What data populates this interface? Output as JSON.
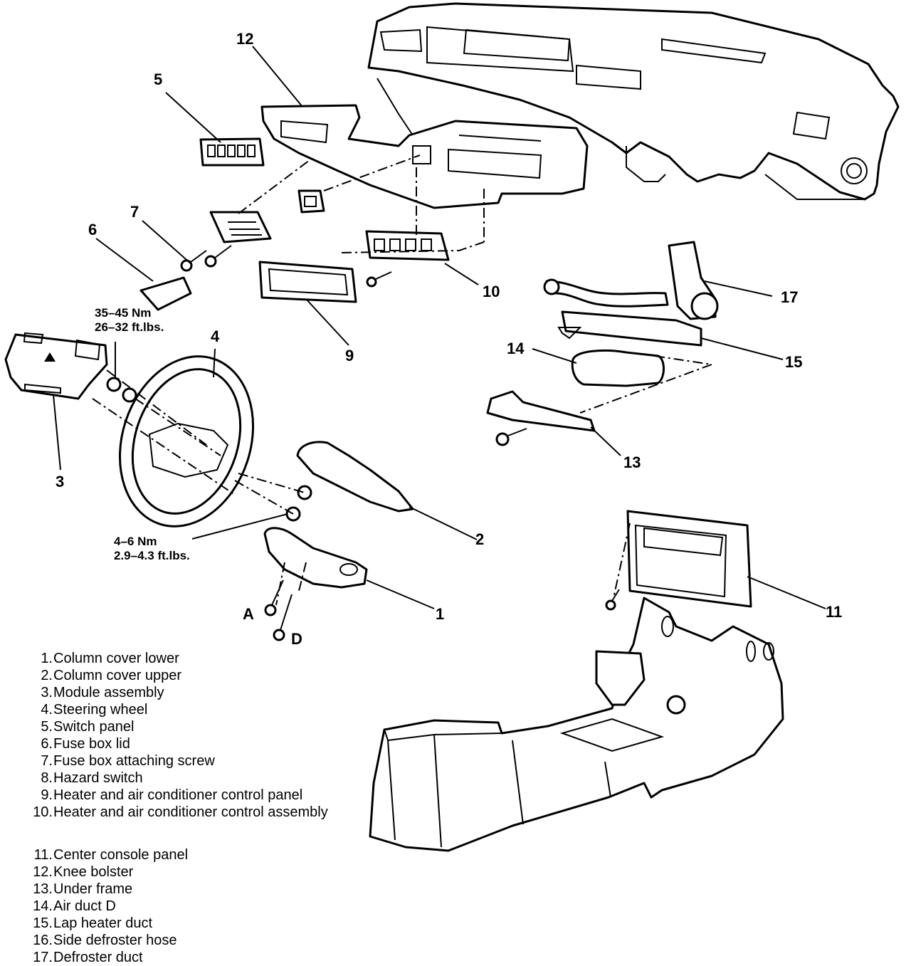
{
  "callouts": {
    "c1": "1",
    "c2": "2",
    "c3": "3",
    "c4": "4",
    "c5": "5",
    "c6": "6",
    "c7": "7",
    "c9": "9",
    "c10": "10",
    "c11": "11",
    "c12": "12",
    "c13": "13",
    "c14": "14",
    "c15": "15",
    "c17": "17",
    "cA": "A",
    "cD": "D"
  },
  "torque_specs": {
    "wheel_nut": {
      "line1": "35–45  Nm",
      "line2": "26–32  ft.lbs."
    },
    "column_bolt": {
      "line1": "4–6  Nm",
      "line2": "2.9–4.3  ft.lbs."
    }
  },
  "legend": [
    {
      "num": "1.",
      "label": "Column cover lower"
    },
    {
      "num": "2.",
      "label": "Column cover upper"
    },
    {
      "num": "3.",
      "label": "Module assembly"
    },
    {
      "num": "4.",
      "label": "Steering wheel"
    },
    {
      "num": "5.",
      "label": "Switch panel"
    },
    {
      "num": "6.",
      "label": "Fuse box lid"
    },
    {
      "num": "7.",
      "label": "Fuse box attaching screw"
    },
    {
      "num": "8.",
      "label": "Hazard switch"
    },
    {
      "num": "9.",
      "label": "Heater and air conditioner control panel"
    },
    {
      "num": "10.",
      "label": "Heater and air conditioner control assembly"
    },
    {
      "num": "11.",
      "label": "Center console panel"
    },
    {
      "num": "12.",
      "label": "Knee bolster"
    },
    {
      "num": "13.",
      "label": "Under frame"
    },
    {
      "num": "14.",
      "label": "Air duct D"
    },
    {
      "num": "15.",
      "label": "Lap heater duct"
    },
    {
      "num": "16.",
      "label": "Side defroster hose"
    },
    {
      "num": "17.",
      "label": "Defroster duct"
    }
  ]
}
